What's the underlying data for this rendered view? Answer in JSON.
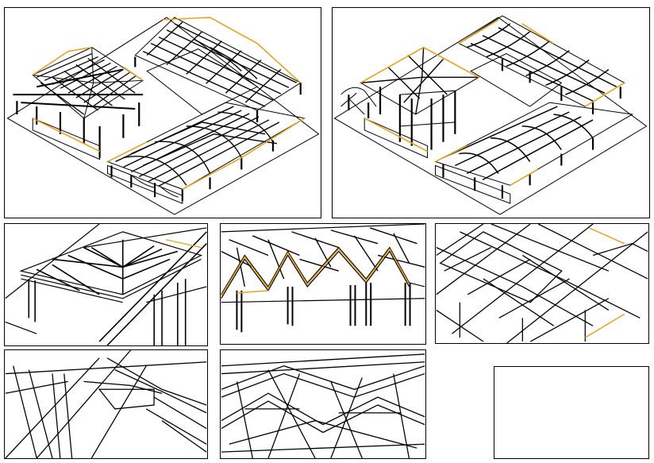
{
  "sheet": {
    "background": "#ffffff",
    "line_color": "#000000",
    "accent_color": "#e8a31c"
  },
  "viewports": [
    {
      "id": "overview-left",
      "view": "isometric-overview"
    },
    {
      "id": "overview-right",
      "view": "isometric-overview"
    },
    {
      "id": "detail-1",
      "view": "hip-roof-detail"
    },
    {
      "id": "detail-2",
      "view": "gable-frame-detail"
    },
    {
      "id": "detail-3",
      "view": "roof-grid-detail"
    },
    {
      "id": "detail-4",
      "view": "rafter-detail"
    },
    {
      "id": "detail-5",
      "view": "truss-web-detail"
    }
  ],
  "title_block": {
    "text": ""
  }
}
